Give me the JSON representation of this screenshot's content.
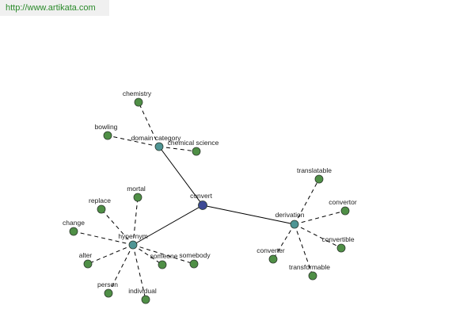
{
  "site_url": "http://www.artikata.com",
  "colors": {
    "root": "#3d4a94",
    "category": "#4f9594",
    "leaf": "#4f8f46",
    "url_text": "#2a8a2a"
  },
  "nodes": [
    {
      "id": "convert",
      "label": "convert",
      "kind": "root"
    },
    {
      "id": "domain_category",
      "label": "domain category",
      "kind": "category"
    },
    {
      "id": "hypernym",
      "label": "hypernym",
      "kind": "category"
    },
    {
      "id": "derivation",
      "label": "derivation",
      "kind": "category"
    },
    {
      "id": "chemistry",
      "label": "chemistry",
      "kind": "leaf"
    },
    {
      "id": "bowling",
      "label": "bowling",
      "kind": "leaf"
    },
    {
      "id": "chemical_science",
      "label": "chemical science",
      "kind": "leaf"
    },
    {
      "id": "mortal",
      "label": "mortal",
      "kind": "leaf"
    },
    {
      "id": "replace",
      "label": "replace",
      "kind": "leaf"
    },
    {
      "id": "change",
      "label": "change",
      "kind": "leaf"
    },
    {
      "id": "alter",
      "label": "alter",
      "kind": "leaf"
    },
    {
      "id": "person",
      "label": "person",
      "kind": "leaf"
    },
    {
      "id": "individual",
      "label": "individual",
      "kind": "leaf"
    },
    {
      "id": "someone",
      "label": "someone",
      "kind": "leaf"
    },
    {
      "id": "somebody",
      "label": "somebody",
      "kind": "leaf"
    },
    {
      "id": "translatable",
      "label": "translatable",
      "kind": "leaf"
    },
    {
      "id": "convertor",
      "label": "convertor",
      "kind": "leaf"
    },
    {
      "id": "convertible",
      "label": "convertible",
      "kind": "leaf"
    },
    {
      "id": "transformable",
      "label": "transformable",
      "kind": "leaf"
    },
    {
      "id": "converter",
      "label": "converter",
      "kind": "leaf"
    }
  ],
  "edges": [
    {
      "from": "convert",
      "to": "domain_category",
      "style": "solid"
    },
    {
      "from": "convert",
      "to": "hypernym",
      "style": "solid"
    },
    {
      "from": "convert",
      "to": "derivation",
      "style": "solid"
    },
    {
      "from": "domain_category",
      "to": "chemistry",
      "style": "dashed"
    },
    {
      "from": "domain_category",
      "to": "bowling",
      "style": "dashed"
    },
    {
      "from": "domain_category",
      "to": "chemical_science",
      "style": "dashed"
    },
    {
      "from": "hypernym",
      "to": "mortal",
      "style": "dashed"
    },
    {
      "from": "hypernym",
      "to": "replace",
      "style": "dashed"
    },
    {
      "from": "hypernym",
      "to": "change",
      "style": "dashed"
    },
    {
      "from": "hypernym",
      "to": "alter",
      "style": "dashed"
    },
    {
      "from": "hypernym",
      "to": "person",
      "style": "dashed"
    },
    {
      "from": "hypernym",
      "to": "individual",
      "style": "dashed"
    },
    {
      "from": "hypernym",
      "to": "someone",
      "style": "dashed"
    },
    {
      "from": "hypernym",
      "to": "somebody",
      "style": "dashed"
    },
    {
      "from": "derivation",
      "to": "translatable",
      "style": "dashed"
    },
    {
      "from": "derivation",
      "to": "convertor",
      "style": "dashed"
    },
    {
      "from": "derivation",
      "to": "convertible",
      "style": "dashed"
    },
    {
      "from": "derivation",
      "to": "transformable",
      "style": "dashed"
    },
    {
      "from": "derivation",
      "to": "converter",
      "style": "dashed"
    }
  ]
}
